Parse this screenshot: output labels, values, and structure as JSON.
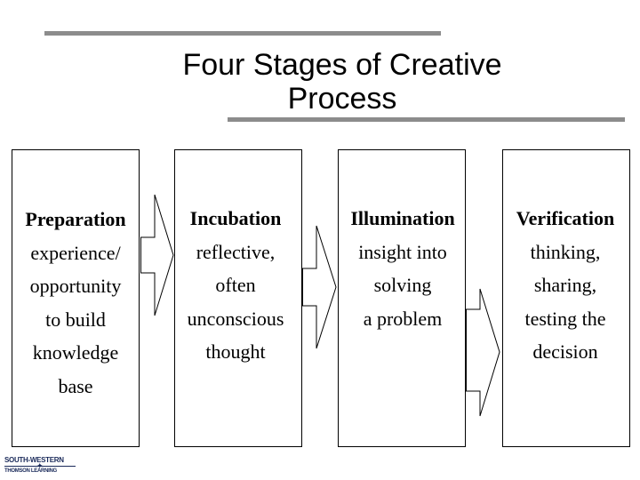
{
  "title": {
    "line1": "Four Stages of Creative",
    "line2": "Process"
  },
  "stages": [
    {
      "title": "Preparation",
      "lines": [
        "experience/",
        "opportunity",
        "to build",
        "knowledge",
        "base"
      ]
    },
    {
      "title": "Incubation",
      "lines": [
        "reflective,",
        "often",
        "unconscious",
        "thought"
      ]
    },
    {
      "title": "Illumination",
      "lines": [
        "insight into",
        "solving",
        "a problem"
      ]
    },
    {
      "title": "Verification",
      "lines": [
        "thinking,",
        "sharing,",
        "testing the",
        "decision"
      ]
    }
  ],
  "logo": {
    "line1": "SOUTH-WESTERN",
    "line2": "THOMSON LEARNING",
    "mark": "✦"
  },
  "colors": {
    "rule": "#8c8c8c",
    "border": "#000000",
    "logo": "#1a2a5a"
  }
}
